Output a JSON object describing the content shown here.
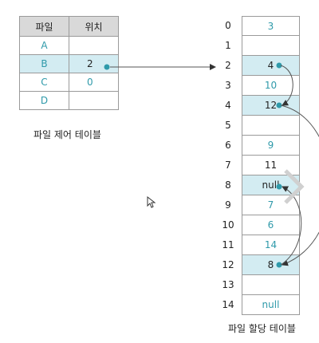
{
  "file_control_table": {
    "headers": [
      "파일",
      "위치"
    ],
    "rows": [
      {
        "file": "A",
        "location": ""
      },
      {
        "file": "B",
        "location": "2"
      },
      {
        "file": "C",
        "location": "0"
      },
      {
        "file": "D",
        "location": ""
      }
    ],
    "caption": "파일 제어 테이블"
  },
  "file_allocation_table": {
    "indices": [
      "0",
      "1",
      "2",
      "3",
      "4",
      "5",
      "6",
      "7",
      "8",
      "9",
      "10",
      "11",
      "12",
      "13",
      "14"
    ],
    "values": [
      "3",
      "",
      "4",
      "10",
      "12",
      "",
      "9",
      "11",
      "null",
      "7",
      "6",
      "14",
      "8",
      "",
      "null"
    ],
    "caption": "파일 할당 테이블"
  },
  "colors": {
    "accent": "#2f9aaa",
    "highlight": "#d3ecf2",
    "header": "#d9d9d9",
    "border": "#9a9a9a"
  }
}
